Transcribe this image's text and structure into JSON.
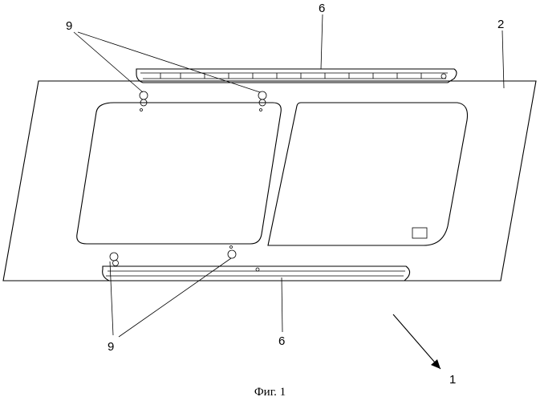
{
  "figure": {
    "caption": "Фиг. 1"
  },
  "labels": {
    "panel": "2",
    "rail_top": "6",
    "rail_bottom": "6",
    "fasteners_top": "9",
    "fasteners_bottom": "9",
    "direction": "1"
  }
}
